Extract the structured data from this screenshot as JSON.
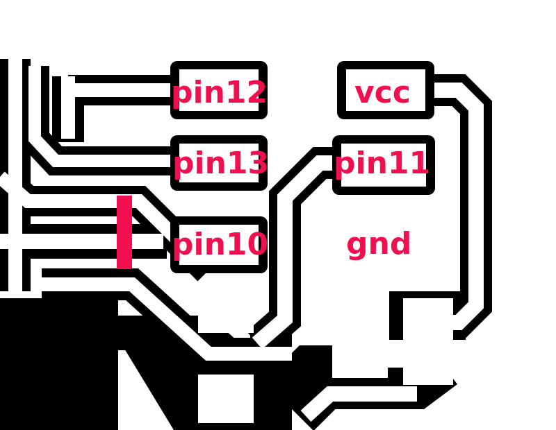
{
  "colors": {
    "background": "#ffffff",
    "copper": "#000000",
    "label": "#f0104f",
    "marker": "#f0104f"
  },
  "labels": {
    "pin12": "pin12",
    "pin13": "pin13",
    "pin10": "pin10",
    "vcc": "vcc",
    "pin11": "pin11",
    "gnd": "gnd"
  }
}
